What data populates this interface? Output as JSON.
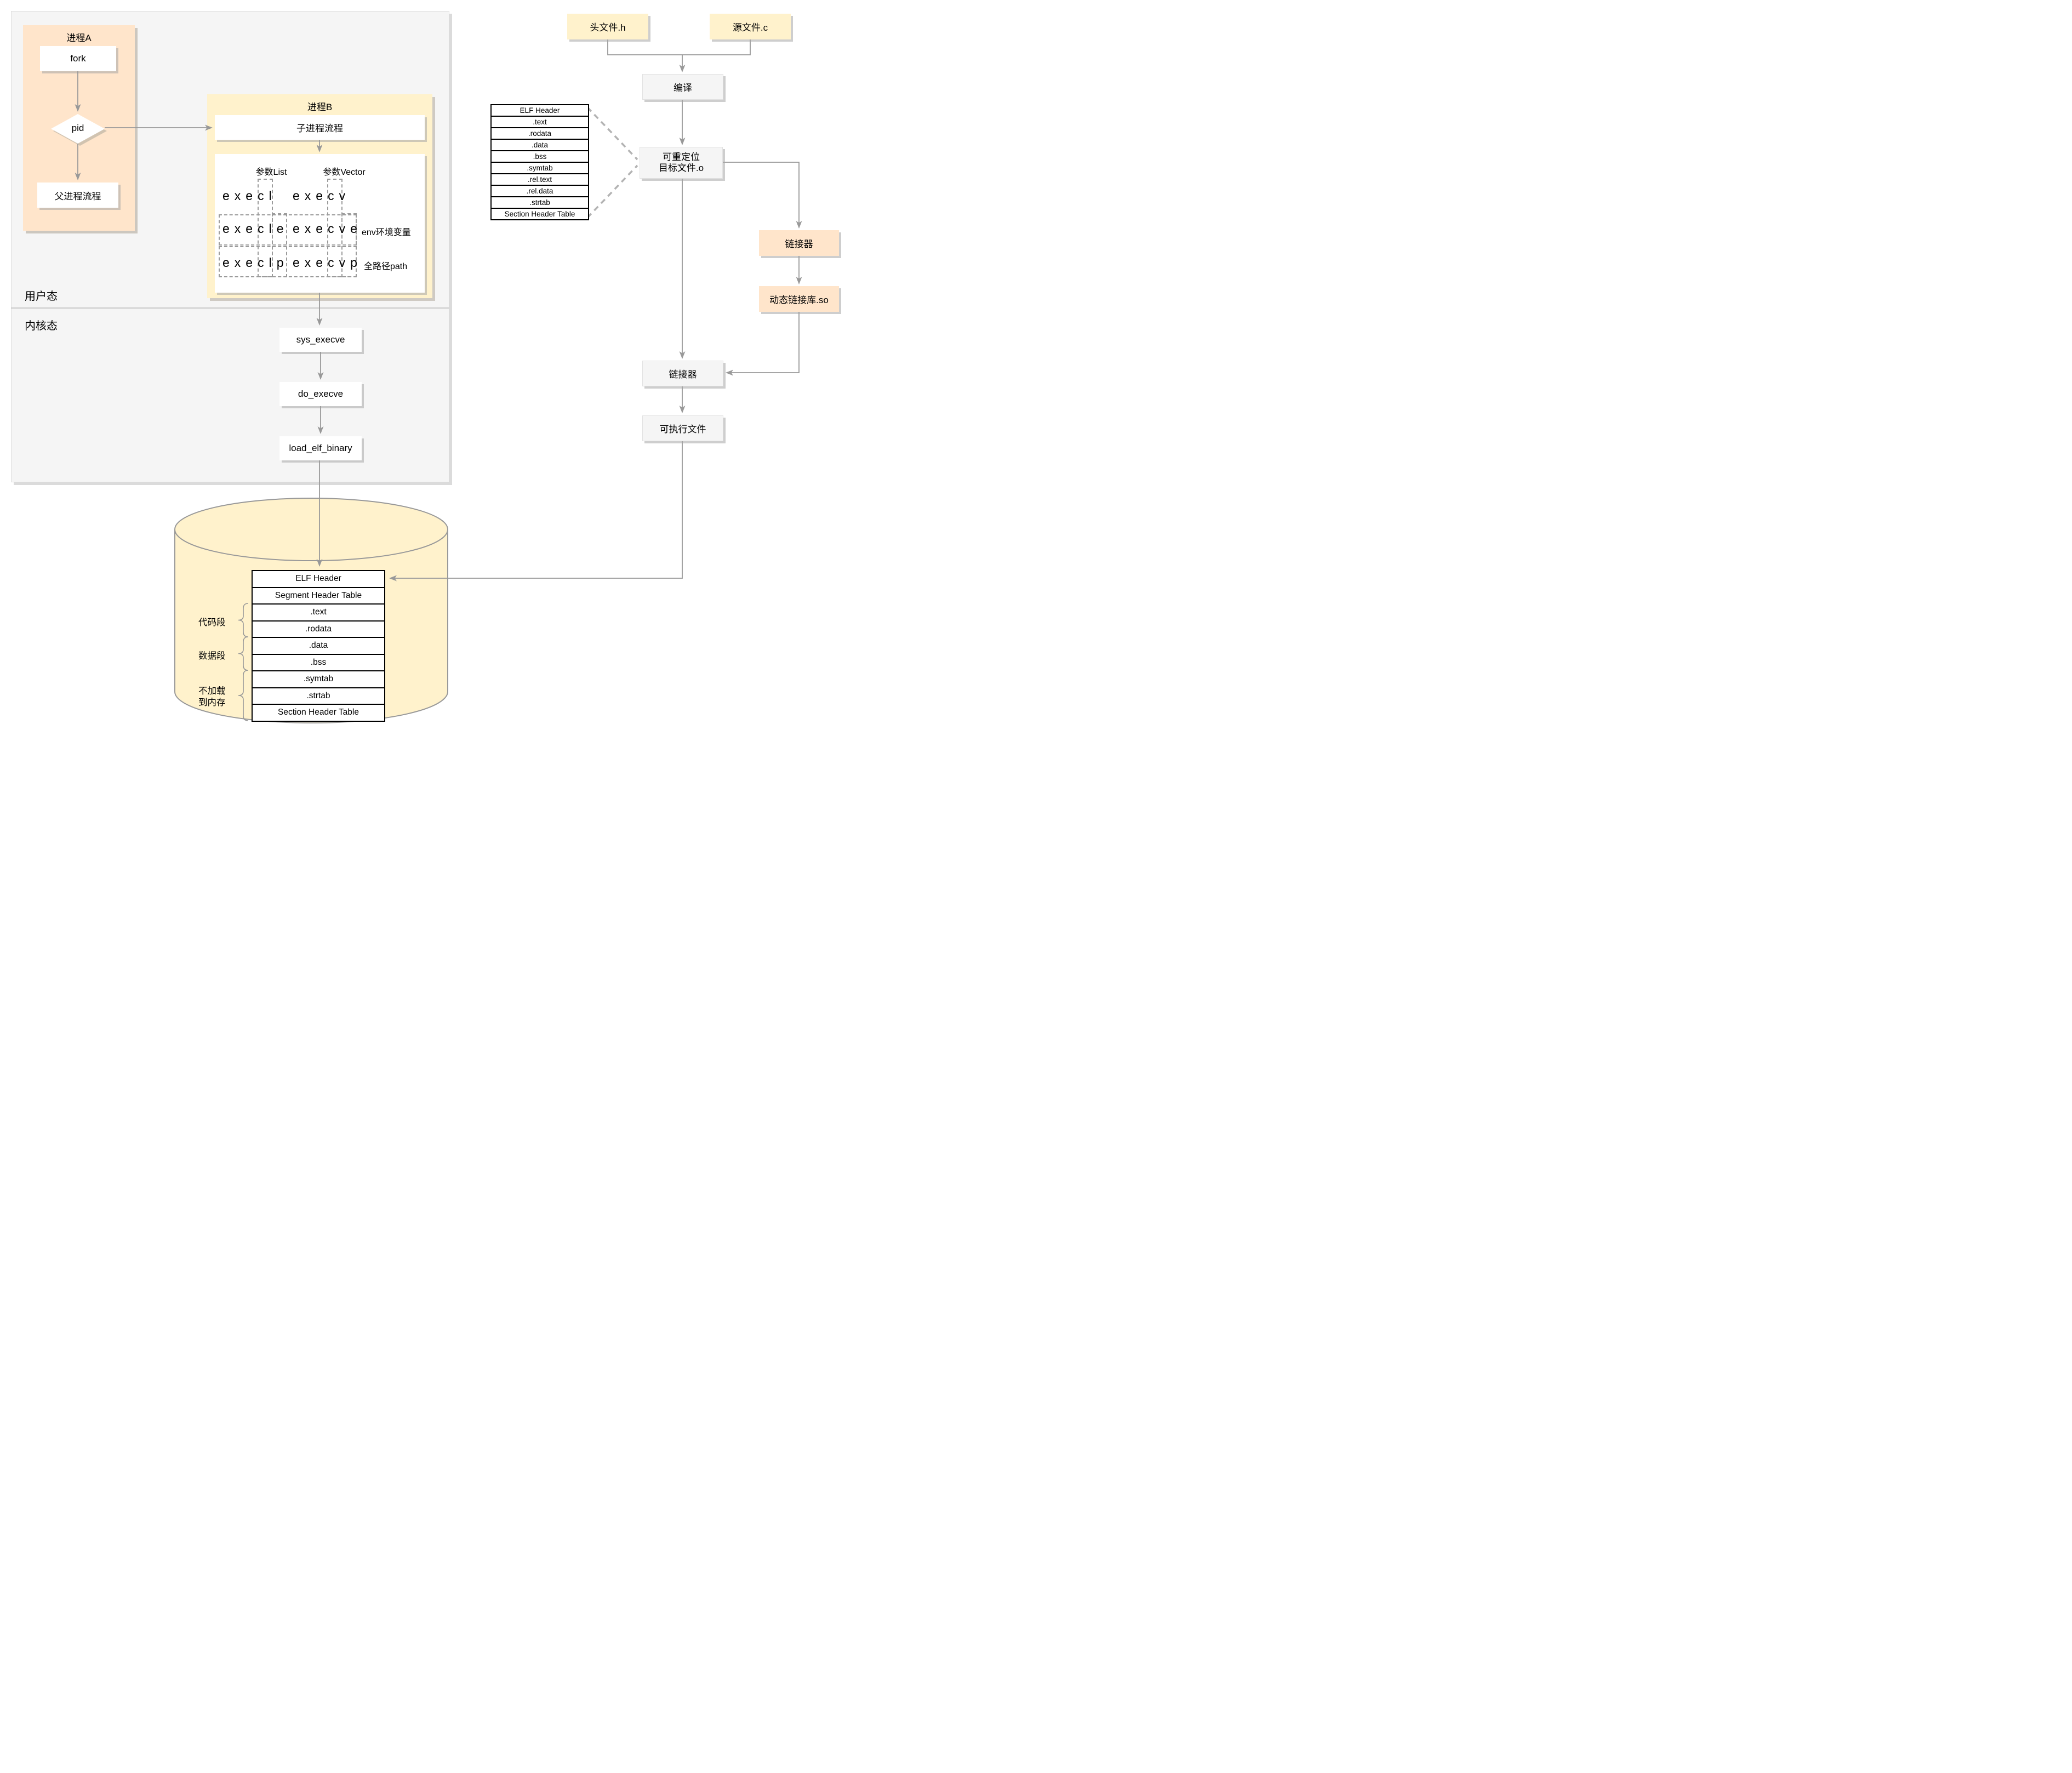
{
  "colors": {
    "panel_fill": "#F5F5F5",
    "orange_fill": "#FFE5CB",
    "yellow_fill": "#FFF2CC",
    "line_gray": "#999999",
    "dashed_gray": "#B3B3B3",
    "table_border": "#000000"
  },
  "panel": {
    "user_mode": "用户态",
    "kernel_mode": "内核态"
  },
  "process_a": {
    "title": "进程A",
    "fork": "fork",
    "pid": "pid",
    "parent_flow": "父进程流程"
  },
  "process_b": {
    "title": "进程B",
    "child_flow": "子进程流程",
    "col_left": "参数List",
    "col_right": "参数Vector",
    "rows": [
      {
        "l": "execl",
        "r": "execv",
        "note": ""
      },
      {
        "l": "execle",
        "r": "execve",
        "note": "env环境变量"
      },
      {
        "l": "execlp",
        "r": "execvp",
        "note": "全路径path"
      }
    ]
  },
  "kernel_calls": {
    "sys": "sys_execve",
    "do": "do_execve",
    "load": "load_elf_binary"
  },
  "disk_table": {
    "rows": [
      "ELF Header",
      "Segment Header Table",
      ".text",
      ".rodata",
      ".data",
      ".bss",
      ".symtab",
      ".strtab",
      "Section Header Table"
    ],
    "code_seg": "代码段",
    "data_seg": "数据段",
    "noload_1": "不加载",
    "noload_2": "到内存"
  },
  "object_table": {
    "rows": [
      "ELF Header",
      ".text",
      ".rodata",
      ".data",
      ".bss",
      ".symtab",
      ".rel.text",
      ".rel.data",
      ".strtab",
      "Section Header Table"
    ]
  },
  "build_flow": {
    "header_h": "头文件.h",
    "source_c": "源文件.c",
    "compile": "编译",
    "reloc_1": "可重定位",
    "reloc_2": "目标文件.o",
    "linker": "链接器",
    "executable": "可执行文件",
    "dyn_linker": "链接器",
    "dyn_lib": "动态链接库.so"
  }
}
